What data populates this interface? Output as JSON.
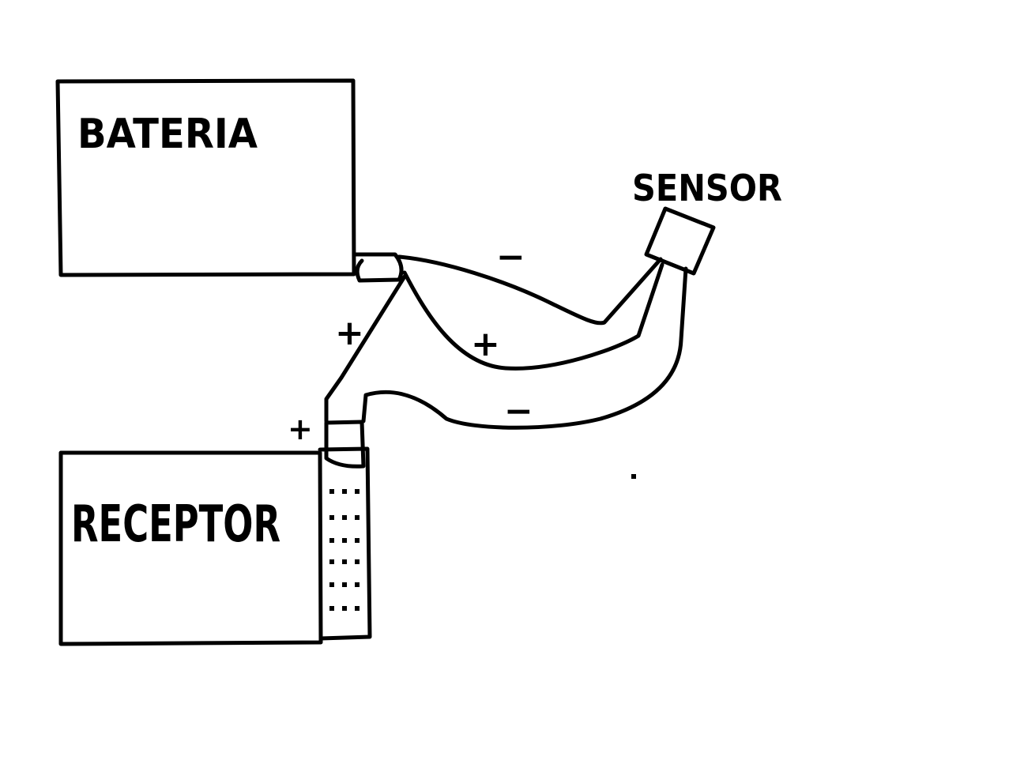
{
  "components": {
    "battery": {
      "label": "BATERIA"
    },
    "receiver": {
      "label": "RECEPTOR"
    },
    "sensor": {
      "label": "SENSOR"
    }
  },
  "polarity_labels": {
    "sensor_negative": "−",
    "battery_positive_to_receiver": "+",
    "sensor_positive": "+",
    "receiver_negative": "−",
    "receiver_positive": "+"
  },
  "colors": {
    "ink": "#000000",
    "background": "#ffffff"
  }
}
